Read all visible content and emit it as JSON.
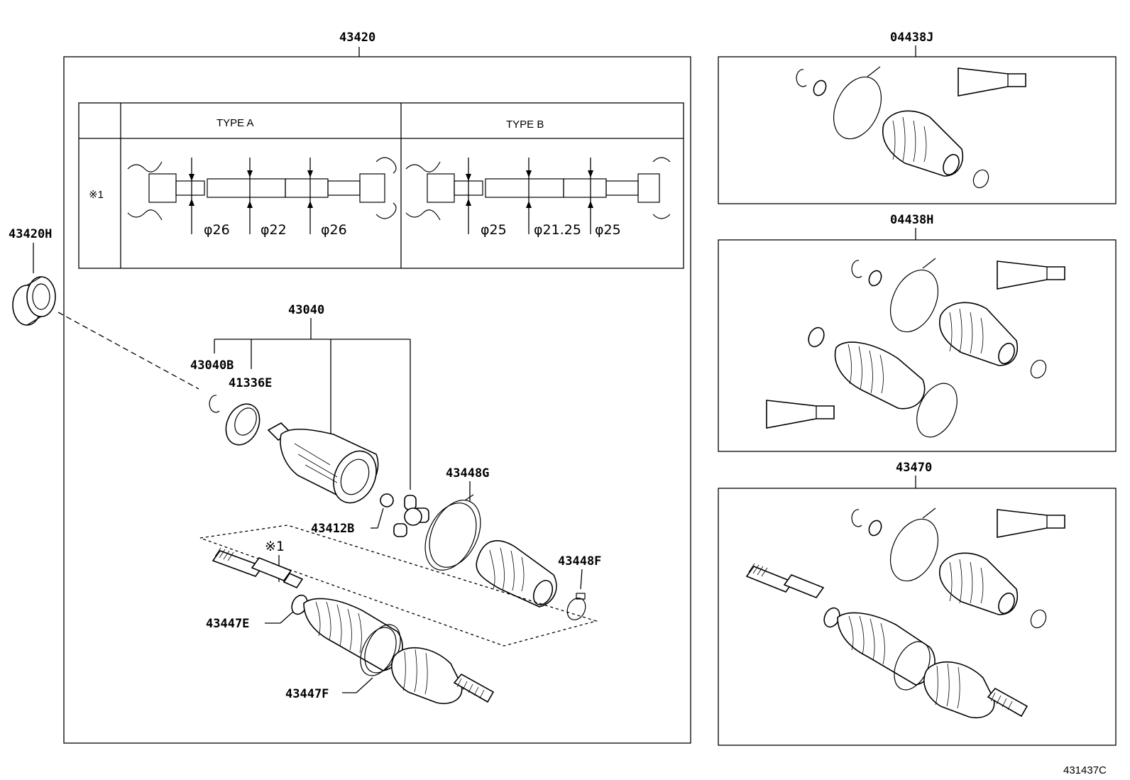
{
  "labels": {
    "main_assembly": "43420",
    "bearing": "43420H",
    "outer_joint_assy": "43040",
    "snap_ring": "43040B",
    "dust_seal": "41336E",
    "ball": "43412B",
    "clamp_inner_large": "43448G",
    "clamp_inner_small": "43448F",
    "clamp_outer": "43447E",
    "clamp_outer_2": "43447F",
    "kit_j": "04438J",
    "kit_h": "04438H",
    "kit_shaft": "43470",
    "ref_mark": "※1",
    "drawing_no": "431437C"
  },
  "table": {
    "type_a": "TYPE A",
    "type_b": "TYPE B",
    "row_mark": "※1",
    "type_a_dims": [
      "φ26",
      "φ22",
      "φ26"
    ],
    "type_b_dims": [
      "φ25",
      "φ21.25",
      "φ25"
    ]
  }
}
